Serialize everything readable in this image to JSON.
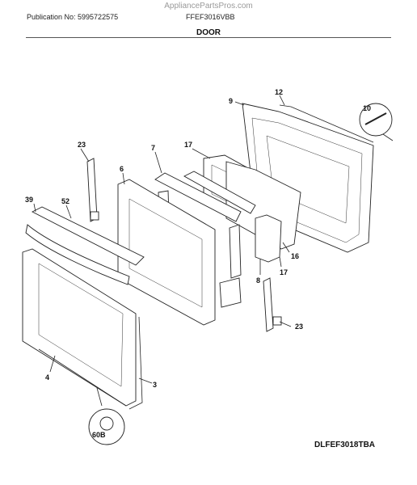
{
  "watermark": "AppliancePartsPros.com",
  "header": {
    "publication": "Publication No: 5995722575",
    "model": "FFEF3016VBB",
    "section_title": "DOOR"
  },
  "footer_code": "DLFEF3018TBA",
  "callouts": {
    "c12": "12",
    "c9": "9",
    "c10": "10",
    "c23a": "23",
    "c7": "7",
    "c17a": "17",
    "c6": "6",
    "c39": "39",
    "c52": "52",
    "c16": "16",
    "c8": "8",
    "c17b": "17",
    "c23b": "23",
    "c4": "4",
    "c3": "3",
    "c60b": "60B"
  }
}
